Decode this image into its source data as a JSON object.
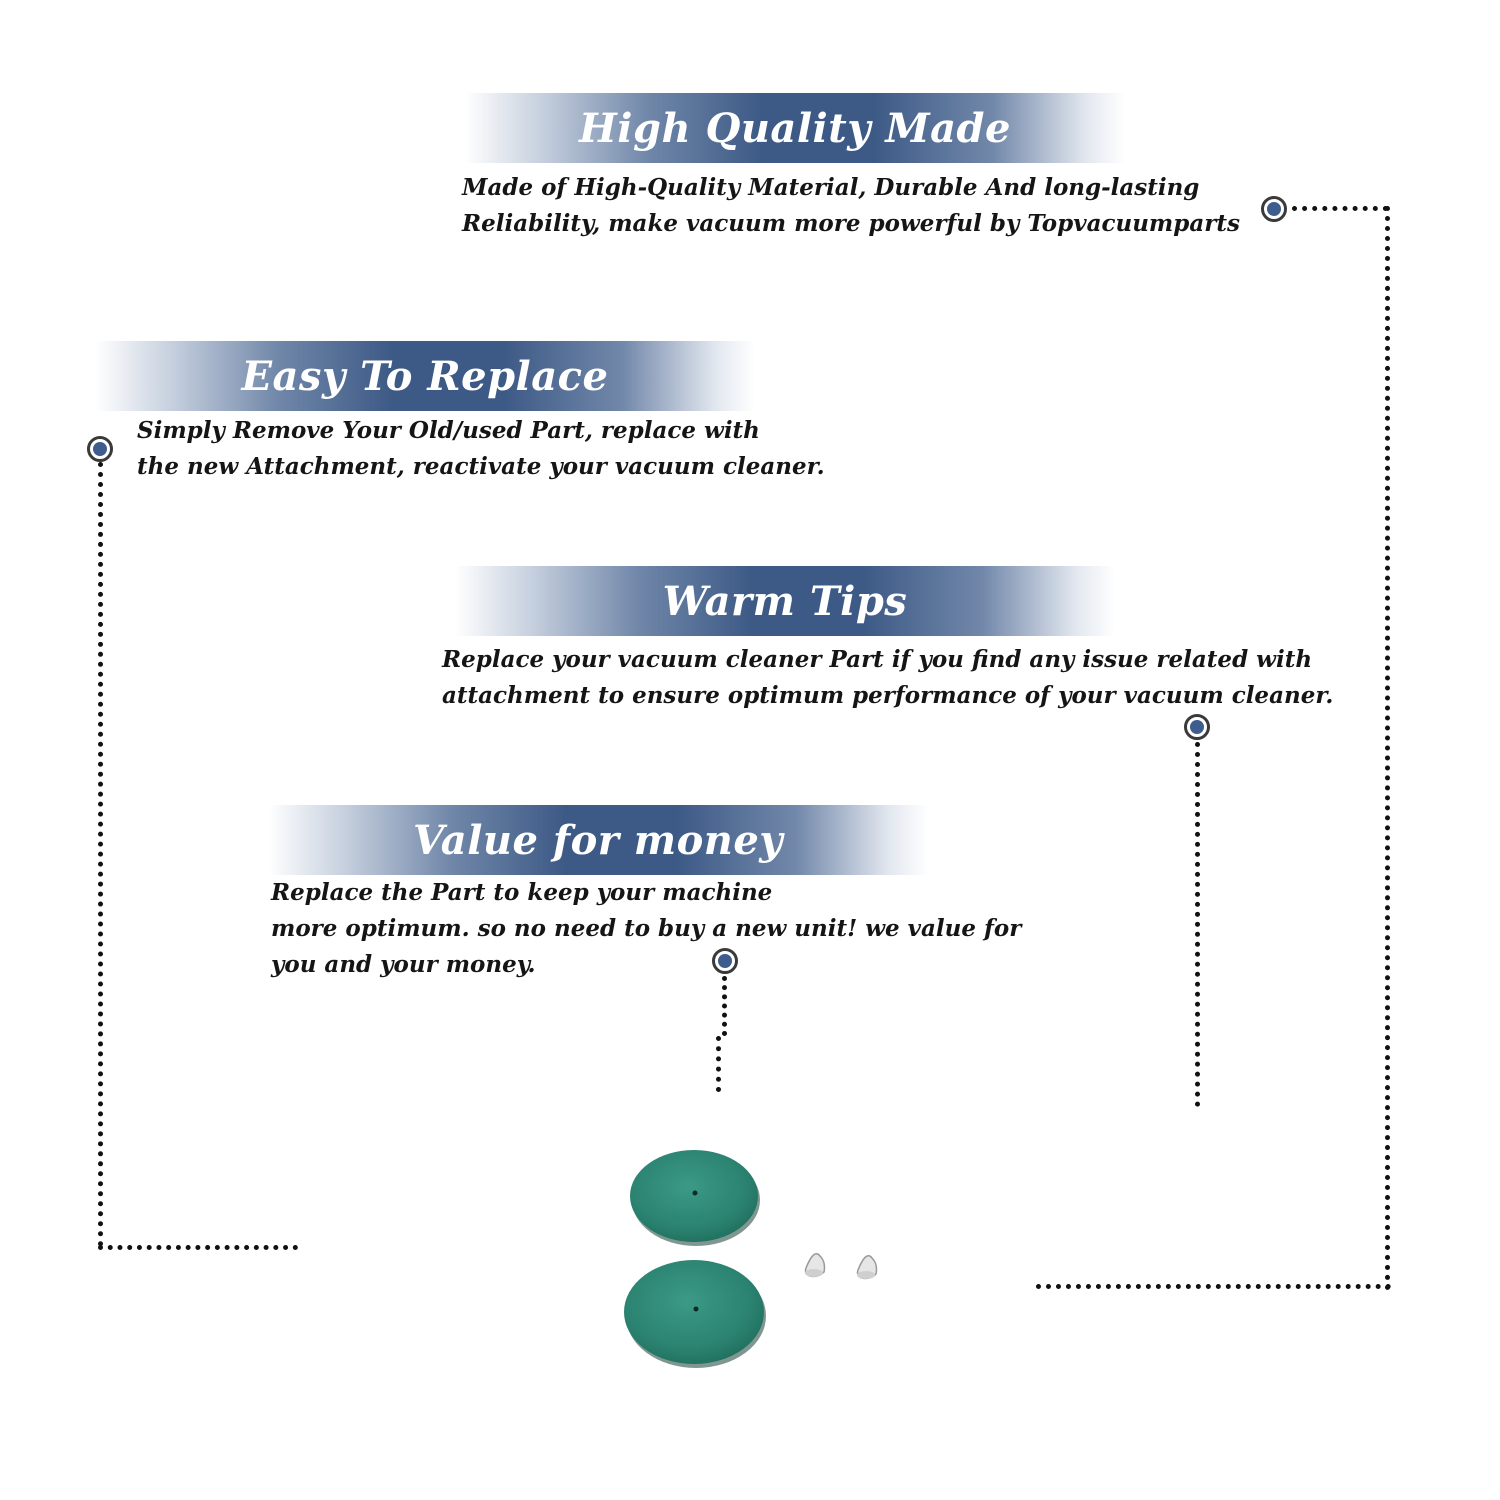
{
  "sections": {
    "quality": {
      "title": "High Quality Made",
      "lines": [
        "Made of  High-Quality Material, Durable And long-lasting",
        "Reliability, make vacuum more powerful by Topvacuumparts"
      ]
    },
    "replace": {
      "title": "Easy To Replace",
      "lines": [
        "Simply Remove Your Old/used Part, replace with",
        "the new Attachment, reactivate your vacuum cleaner."
      ]
    },
    "tips": {
      "title": "Warm Tips",
      "lines": [
        "Replace your vacuum cleaner Part if you find any issue related with",
        " attachment to ensure optimum performance of your vacuum cleaner."
      ]
    },
    "value": {
      "title": "Value for money",
      "lines": [
        "Replace the Part to keep your machine",
        "more optimum. so no need to buy a new unit! we value for",
        "you and your money."
      ]
    }
  },
  "colors": {
    "banner_blue": "#3d5a86",
    "marker_blue": "#3e5c8e",
    "filter_green": "#2e8c7a",
    "text": "#151515"
  },
  "icons": [
    "target-marker-icon",
    "felt-filter-disc",
    "rubber-plug"
  ]
}
